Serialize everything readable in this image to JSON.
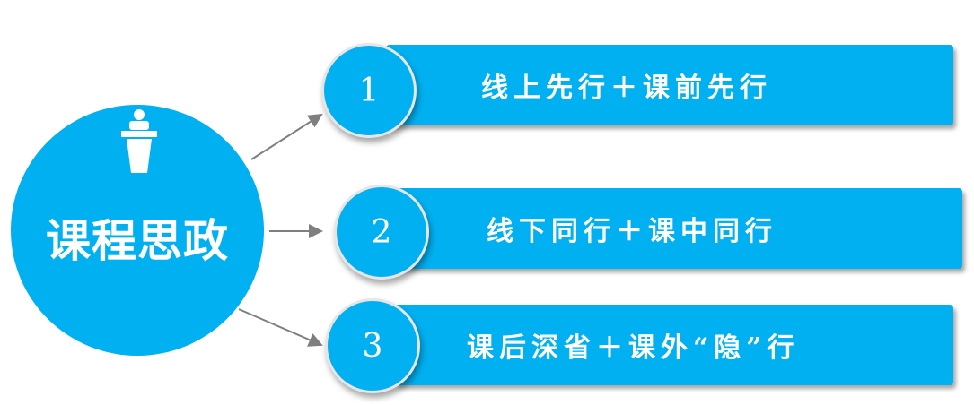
{
  "center": {
    "title": "课程思政",
    "icon": "podium-speaker-icon"
  },
  "items": [
    {
      "number": "1",
      "label": "线上先行＋课前先行"
    },
    {
      "number": "2",
      "label": "线下同行＋课中同行"
    },
    {
      "number": "3",
      "label": "课后深省＋课外“隐”行"
    }
  ],
  "colors": {
    "accent": "#00b0f0",
    "arrow": "#7f7f7f"
  }
}
